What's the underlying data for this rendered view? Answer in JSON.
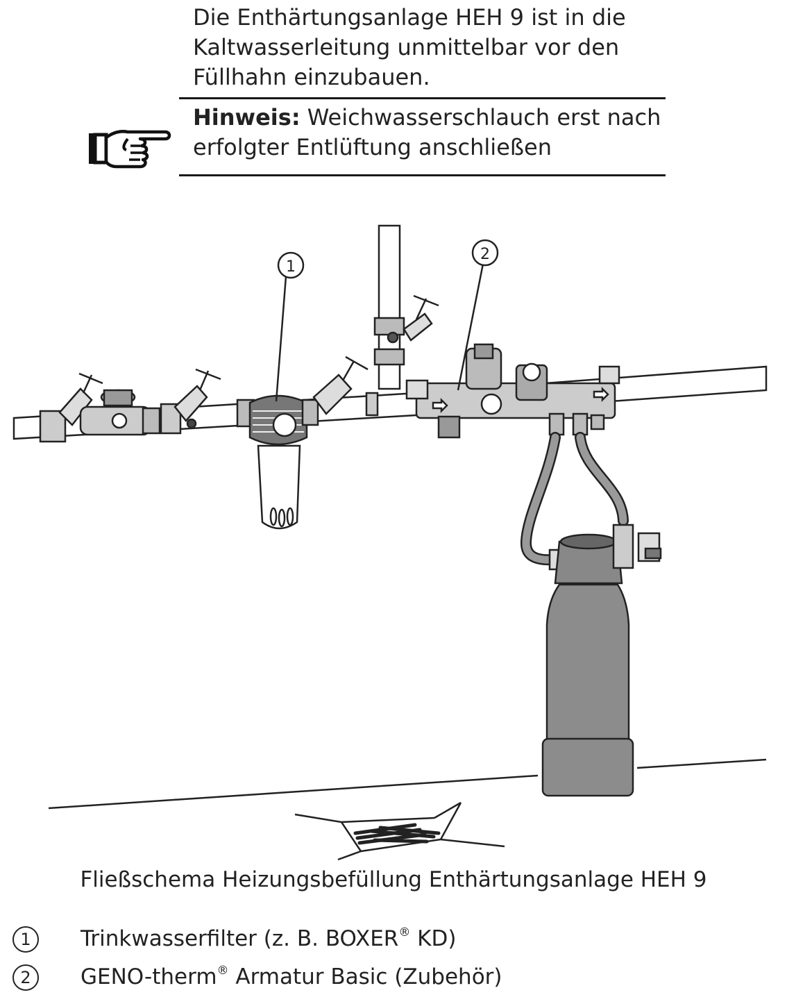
{
  "intro": {
    "lines": [
      "Die Enthärtungsanlage HEH 9 ist in die",
      "Kaltwasserleitung unmittelbar vor den",
      "Füllhahn einzubauen."
    ]
  },
  "note": {
    "label": "Hinweis:",
    "line1": "Weichwasserschlauch erst nach",
    "line2": "erfolgter Entlüftung anschließen",
    "icon": "pointing-hand-icon"
  },
  "figure": {
    "callouts": [
      "1",
      "2"
    ]
  },
  "caption": "Fließschema Heizungsbefüllung Enthärtungsanlage HEH 9",
  "legend": [
    {
      "number": "1",
      "text_a": "Trinkwasserfilter (z. B. BOXER",
      "mark": "®",
      "text_b": " KD)"
    },
    {
      "number": "2",
      "text_a": "GENO-therm",
      "mark": "®",
      "text_b": " Armatur Basic (Zubehör)"
    }
  ]
}
